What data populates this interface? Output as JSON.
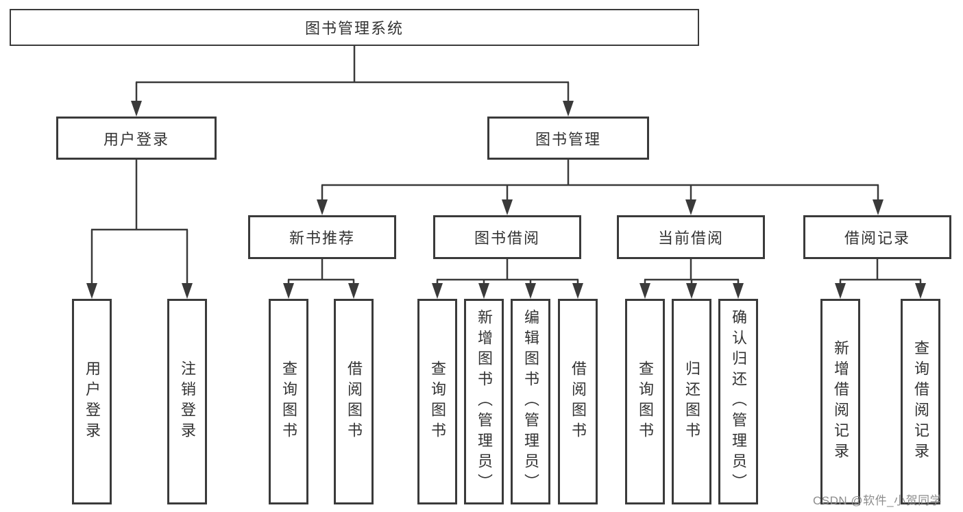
{
  "colors": {
    "line": "#3a3a3a",
    "border": "#3a3a3a",
    "text": "#333333",
    "watermark_text": "#8c8c8c",
    "background": "#ffffff"
  },
  "watermark": {
    "text": "CSDN @软件_小贺同学"
  },
  "tree": {
    "label": "图书管理系统",
    "children": [
      {
        "label": "用户登录",
        "children": [
          {
            "label": "用户登录"
          },
          {
            "label": "注销登录"
          }
        ]
      },
      {
        "label": "图书管理",
        "children": [
          {
            "label": "新书推荐",
            "children": [
              {
                "label": "查询图书"
              },
              {
                "label": "借阅图书"
              }
            ]
          },
          {
            "label": "图书借阅",
            "children": [
              {
                "label": "查询图书"
              },
              {
                "label": "新增图书（管理员）"
              },
              {
                "label": "编辑图书（管理员）"
              },
              {
                "label": "借阅图书"
              }
            ]
          },
          {
            "label": "当前借阅",
            "children": [
              {
                "label": "查询图书"
              },
              {
                "label": "归还图书"
              },
              {
                "label": "确认归还（管理员）"
              }
            ]
          },
          {
            "label": "借阅记录",
            "children": [
              {
                "label": "新增借阅记录"
              },
              {
                "label": "查询借阅记录"
              }
            ]
          }
        ]
      }
    ]
  }
}
